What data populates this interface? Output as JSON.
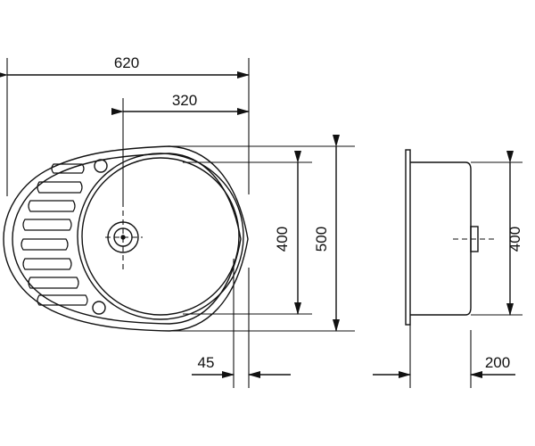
{
  "drawing": {
    "stroke_color": "#111111",
    "background": "#ffffff"
  },
  "dimensions": {
    "overall_length": "620",
    "drain_offset": "320",
    "bowl_width": "400",
    "overall_width": "500",
    "rim_offset": "45",
    "depth": "200",
    "side_width": "400"
  }
}
